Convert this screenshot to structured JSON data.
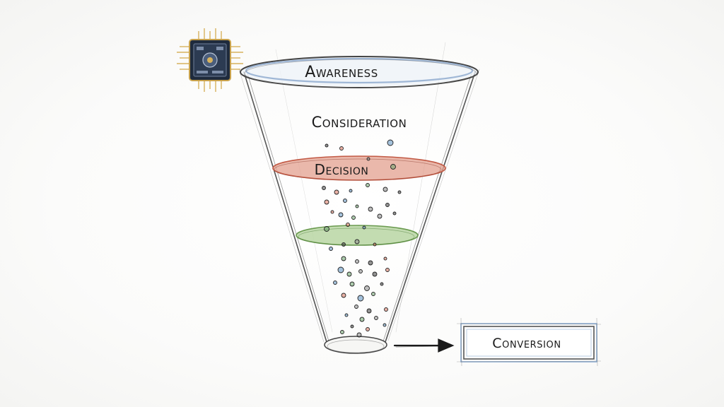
{
  "funnel": {
    "stages": [
      {
        "id": "awareness",
        "label": "Awareness",
        "color": "#9fb7d6"
      },
      {
        "id": "consideration",
        "label": "Consideration",
        "color": ""
      },
      {
        "id": "decision",
        "label": "Decision",
        "color": "#e3a08f"
      },
      {
        "id": "interest-band",
        "label": "",
        "color": "#b9d6a3"
      }
    ],
    "output": {
      "label": "Conversion",
      "box_color": "#8aaad0"
    }
  },
  "icons": {
    "chip": "microchip-icon",
    "arrow": "arrow-right-icon"
  },
  "particle_colors": [
    "#3a3a3a",
    "#d9735d",
    "#5b8fbf",
    "#6aa36a",
    "#8a8a8a"
  ]
}
